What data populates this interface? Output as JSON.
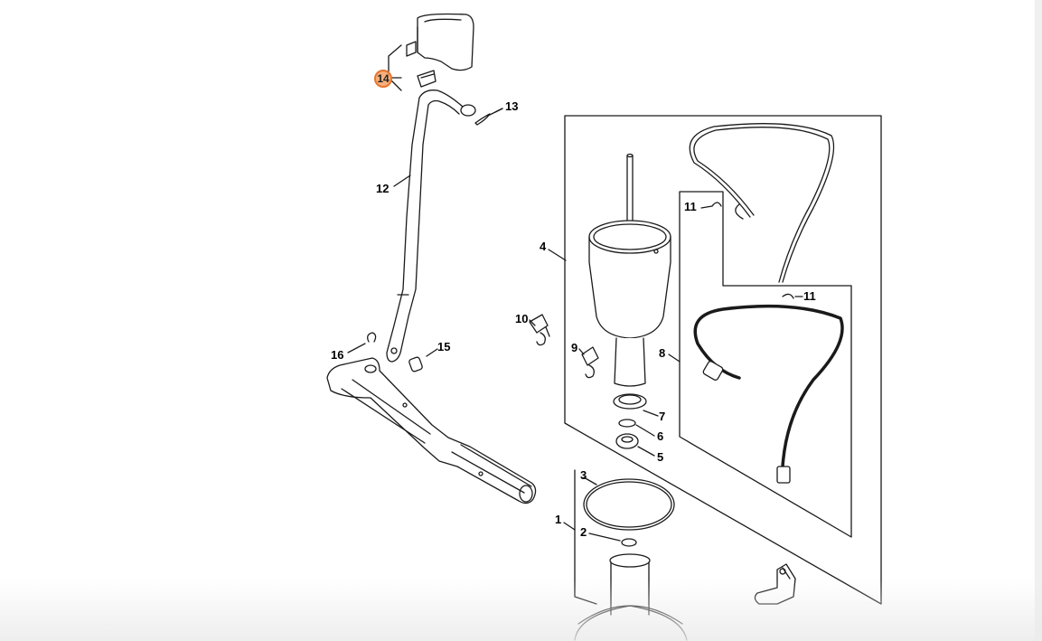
{
  "diagram": {
    "callouts": [
      {
        "id": "c14",
        "label": "14",
        "highlighted": true
      },
      {
        "id": "c13",
        "label": "13"
      },
      {
        "id": "c12",
        "label": "12"
      },
      {
        "id": "c16",
        "label": "16"
      },
      {
        "id": "c15",
        "label": "15"
      },
      {
        "id": "c4",
        "label": "4"
      },
      {
        "id": "c10",
        "label": "10"
      },
      {
        "id": "c9",
        "label": "9"
      },
      {
        "id": "c7",
        "label": "7"
      },
      {
        "id": "c6",
        "label": "6"
      },
      {
        "id": "c5",
        "label": "5"
      },
      {
        "id": "c3",
        "label": "3"
      },
      {
        "id": "c1",
        "label": "1"
      },
      {
        "id": "c2",
        "label": "2"
      },
      {
        "id": "c8",
        "label": "8"
      },
      {
        "id": "c11a",
        "label": "11"
      },
      {
        "id": "c11b",
        "label": "11"
      }
    ],
    "highlight_color": "#e8742c"
  }
}
